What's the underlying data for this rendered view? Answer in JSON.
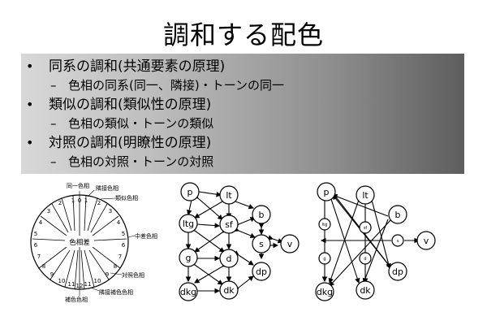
{
  "slide": {
    "title": "調和する配色",
    "bullets": [
      {
        "text": "同系の調和(共通要素の原理)",
        "sub": "色相の同系(同一、隣接)・トーンの同一"
      },
      {
        "text": "類似の調和(類似性の原理)",
        "sub": "色相の類似・トーンの類似"
      },
      {
        "text": "対照の調和(明瞭性の原理)",
        "sub": "色相の対照・トーンの対照"
      }
    ],
    "bullet_marker": "•",
    "sub_marker": "–"
  },
  "hue_diagram": {
    "center_label": "色相差",
    "numbers_top": [
      "1",
      "0",
      "1"
    ],
    "numbers_left": [
      "2",
      "3",
      "4",
      "5",
      "6",
      "7",
      "8",
      "9",
      "10"
    ],
    "numbers_right": [
      "2",
      "3",
      "4",
      "5",
      "6",
      "7",
      "8",
      "9",
      "10"
    ],
    "numbers_bottom": [
      "11",
      "12",
      "11"
    ],
    "labels": [
      "同一色相",
      "隣接色相",
      "類似色相",
      "中差色相",
      "対照色相",
      "隣接補色色相",
      "補色色相"
    ]
  },
  "network1": {
    "nodes": [
      "p",
      "lt",
      "ltg",
      "sf",
      "b",
      "s",
      "v",
      "g",
      "d",
      "dp",
      "dkg",
      "dk"
    ]
  },
  "network2": {
    "nodes": [
      "p",
      "lt",
      "ltg",
      "sf",
      "b",
      "s",
      "v",
      "g",
      "d",
      "dp",
      "dkg",
      "dk"
    ]
  }
}
